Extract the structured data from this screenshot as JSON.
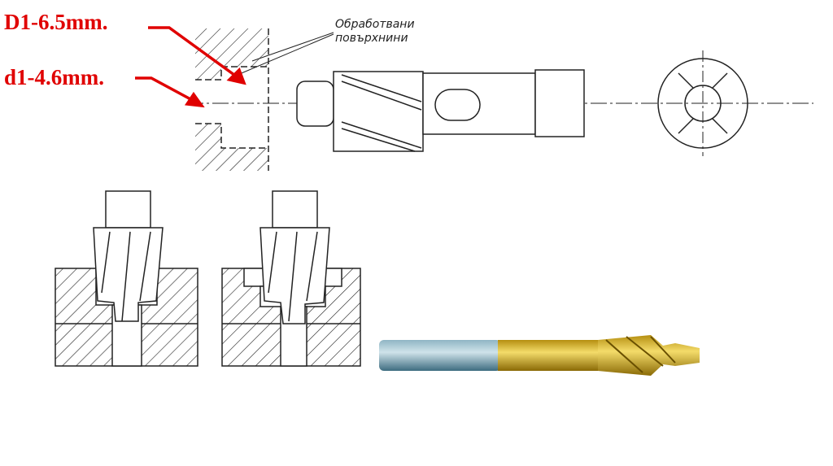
{
  "labels": {
    "big_diameter": "D1-6.5mm.",
    "small_diameter": "d1-4.6mm."
  },
  "note": {
    "line1": "Обработвани",
    "line2": "повърхнини"
  },
  "colors": {
    "annotation": "#e00000",
    "tool_gold": "#c9a21a",
    "tool_shank": "#5f8ea0"
  }
}
